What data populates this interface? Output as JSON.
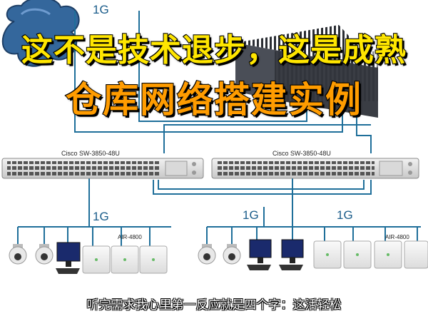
{
  "title_line1": "这不是技术退步，这是成熟",
  "title_line2": "仓库网络搭建实例",
  "caption": "听完需求我心里第一反应就是四个字：这活轻松",
  "uplink_speed": "1G",
  "left_access_speed": "1G",
  "right_access_speed_a": "1G",
  "right_access_speed_b": "1G",
  "switch_left": "Cisco SW-3850-48U",
  "switch_right": "Cisco SW-3850-48U",
  "ap_label_left": "AIR-4800",
  "ap_label_right": "AIR-4800",
  "colors": {
    "link": "#1f6f9a",
    "title_yellow": "#ffe600",
    "title_orange": "#ff9c00"
  },
  "icons": [
    "cloud-icon",
    "firewall-icon",
    "switch-icon",
    "camera-icon",
    "monitor-icon",
    "access-point-icon"
  ]
}
